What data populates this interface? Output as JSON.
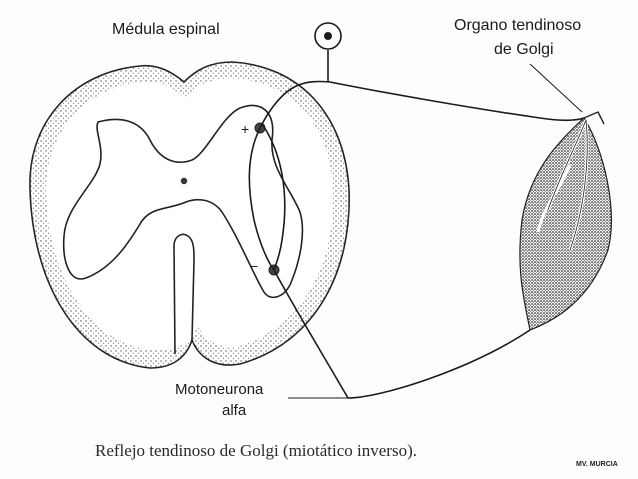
{
  "labels": {
    "spinal_cord": "Médula espinal",
    "golgi_line1": "Organo tendinoso",
    "golgi_line2": "de Golgi",
    "motoneuron_line1": "Motoneurona",
    "motoneuron_line2": "alfa",
    "plus_sign": "+",
    "minus_sign": "−",
    "caption": "Reflejo tendinoso de Golgi (miotático inverso).",
    "credit": "MV. MURCIA"
  },
  "colors": {
    "ink": "#1b1b1b",
    "stipple": "#555555",
    "background": "#fdfdfd"
  }
}
